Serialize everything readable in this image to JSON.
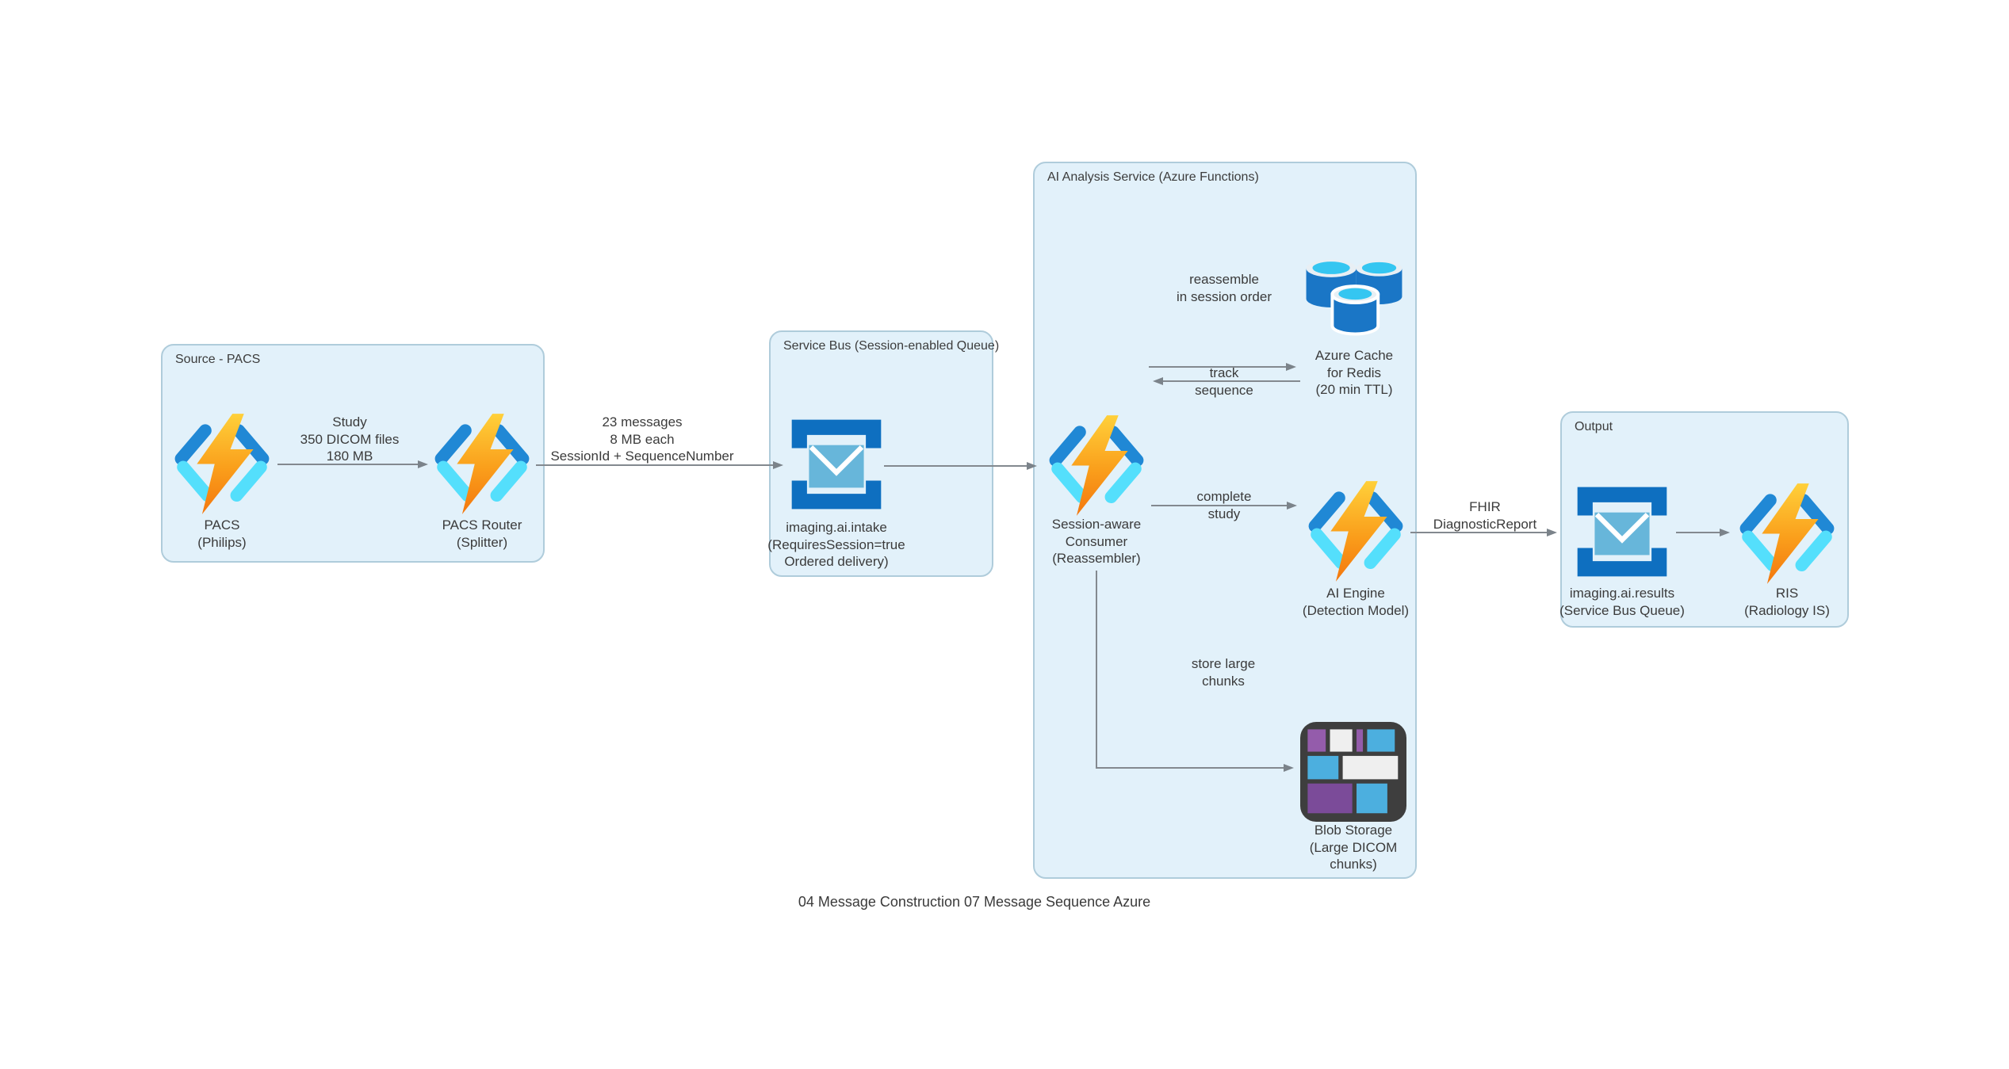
{
  "caption": "04 Message Construction 07 Message Sequence Azure",
  "groups": {
    "source": {
      "title": "Source - PACS"
    },
    "service_bus": {
      "title": "Service Bus (Session-enabled Queue)"
    },
    "ai_service": {
      "title": "AI Analysis Service (Azure Functions)"
    },
    "output": {
      "title": "Output"
    }
  },
  "nodes": {
    "pacs": {
      "icon": "azure-functions-icon",
      "label": "PACS\n(Philips)"
    },
    "pacs_router": {
      "icon": "azure-functions-icon",
      "label": "PACS Router\n(Splitter)"
    },
    "intake_queue": {
      "icon": "service-bus-queue-icon",
      "label": "imaging.ai.intake\n(RequiresSession=true\nOrdered delivery)"
    },
    "consumer": {
      "icon": "azure-functions-icon",
      "label": "Session-aware\nConsumer\n(Reassembler)"
    },
    "redis": {
      "icon": "redis-cache-icon",
      "label": "Azure Cache\nfor Redis\n(20 min TTL)"
    },
    "ai_engine": {
      "icon": "azure-functions-icon",
      "label": "AI Engine\n(Detection Model)"
    },
    "blob": {
      "icon": "blob-storage-icon",
      "label": "Blob Storage\n(Large DICOM\nchunks)"
    },
    "results_queue": {
      "icon": "service-bus-queue-icon",
      "label": "imaging.ai.results\n(Service Bus Queue)"
    },
    "ris": {
      "icon": "azure-functions-icon",
      "label": "RIS\n(Radiology IS)"
    }
  },
  "edges": {
    "study": {
      "label": "Study\n350 DICOM files\n180 MB"
    },
    "messages": {
      "label": "23 messages\n8 MB each\nSessionId + SequenceNumber"
    },
    "reassemble": {
      "label": "reassemble\nin session order"
    },
    "track": {
      "label": "track\nsequence"
    },
    "complete": {
      "label": "complete\nstudy"
    },
    "store": {
      "label": "store large\nchunks"
    },
    "fhir": {
      "label": "FHIR\nDiagnosticReport"
    }
  },
  "colors": {
    "group_fill": "#e2f1fa",
    "group_border": "#afccdb",
    "arrow": "#83898f",
    "text": "#3b3b3b",
    "bolt_top": "#ffd03a",
    "bolt_bottom": "#f3770e",
    "bracket_blue": "#2088d5",
    "bracket_cyan": "#54dffc",
    "queue_blue": "#0e6fc0",
    "envelope_blue": "#67b6da",
    "redis_blue": "#1a76c6",
    "redis_cyan": "#35c6f1",
    "blob_dark": "#3e3e3e",
    "blob_purple": "#945cab",
    "blob_purple_dark": "#7b4b99",
    "blob_blue": "#4cafdf",
    "blob_white": "#efefef"
  }
}
